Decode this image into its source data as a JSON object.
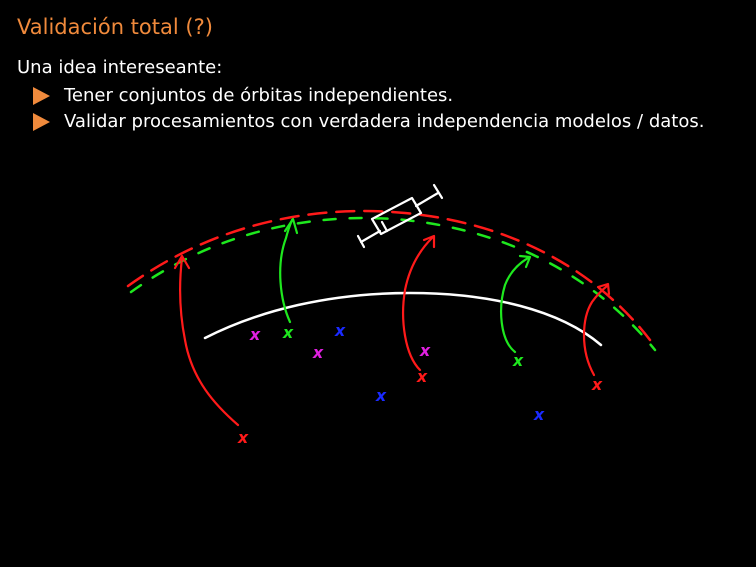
{
  "slide": {
    "title": "Validación total (?)",
    "intro": "Una idea intereseante:",
    "bullets": [
      "Tener conjuntos de órbitas independientes.",
      "Validar procesamientos con verdadera independencia modelos / datos."
    ]
  },
  "colors": {
    "title": "#f08a3c",
    "bullet": "#f08a3c",
    "orbit_red": "#ff1a1a",
    "orbit_green": "#1ee81e",
    "earth_curve": "#ffffff",
    "mark_magenta": "#e020e0",
    "mark_blue": "#1a2aff"
  },
  "sketch": {
    "mark_symbol": "x"
  }
}
